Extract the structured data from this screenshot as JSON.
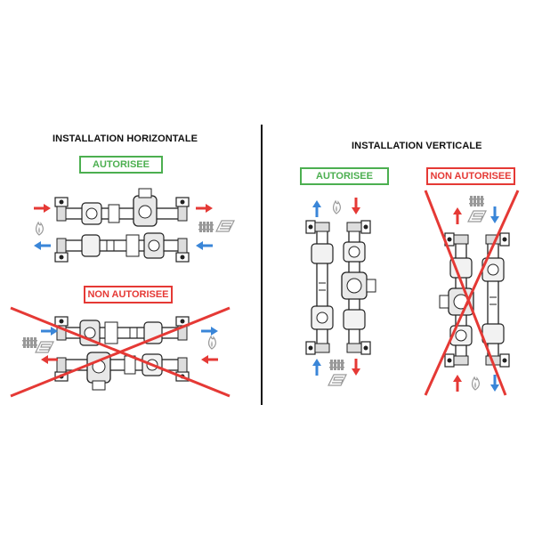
{
  "colors": {
    "authorized": "#4caf50",
    "forbidden": "#e53935",
    "hot": "#e53935",
    "cold": "#3a86d8",
    "line": "#222222"
  },
  "horizontal": {
    "title": "INSTALLATION HORIZONTALE",
    "authorized_label": "AUTORISEE",
    "forbidden_label": "NON AUTORISEE"
  },
  "vertical": {
    "title": "INSTALLATION VERTICALE",
    "authorized_label": "AUTORISEE",
    "forbidden_label": "NON AUTORISEE"
  },
  "icons": [
    "flame-icon",
    "radiator-icon",
    "floor-heating-icon",
    "red-arrow-icon",
    "blue-arrow-icon",
    "red-cross-icon"
  ]
}
